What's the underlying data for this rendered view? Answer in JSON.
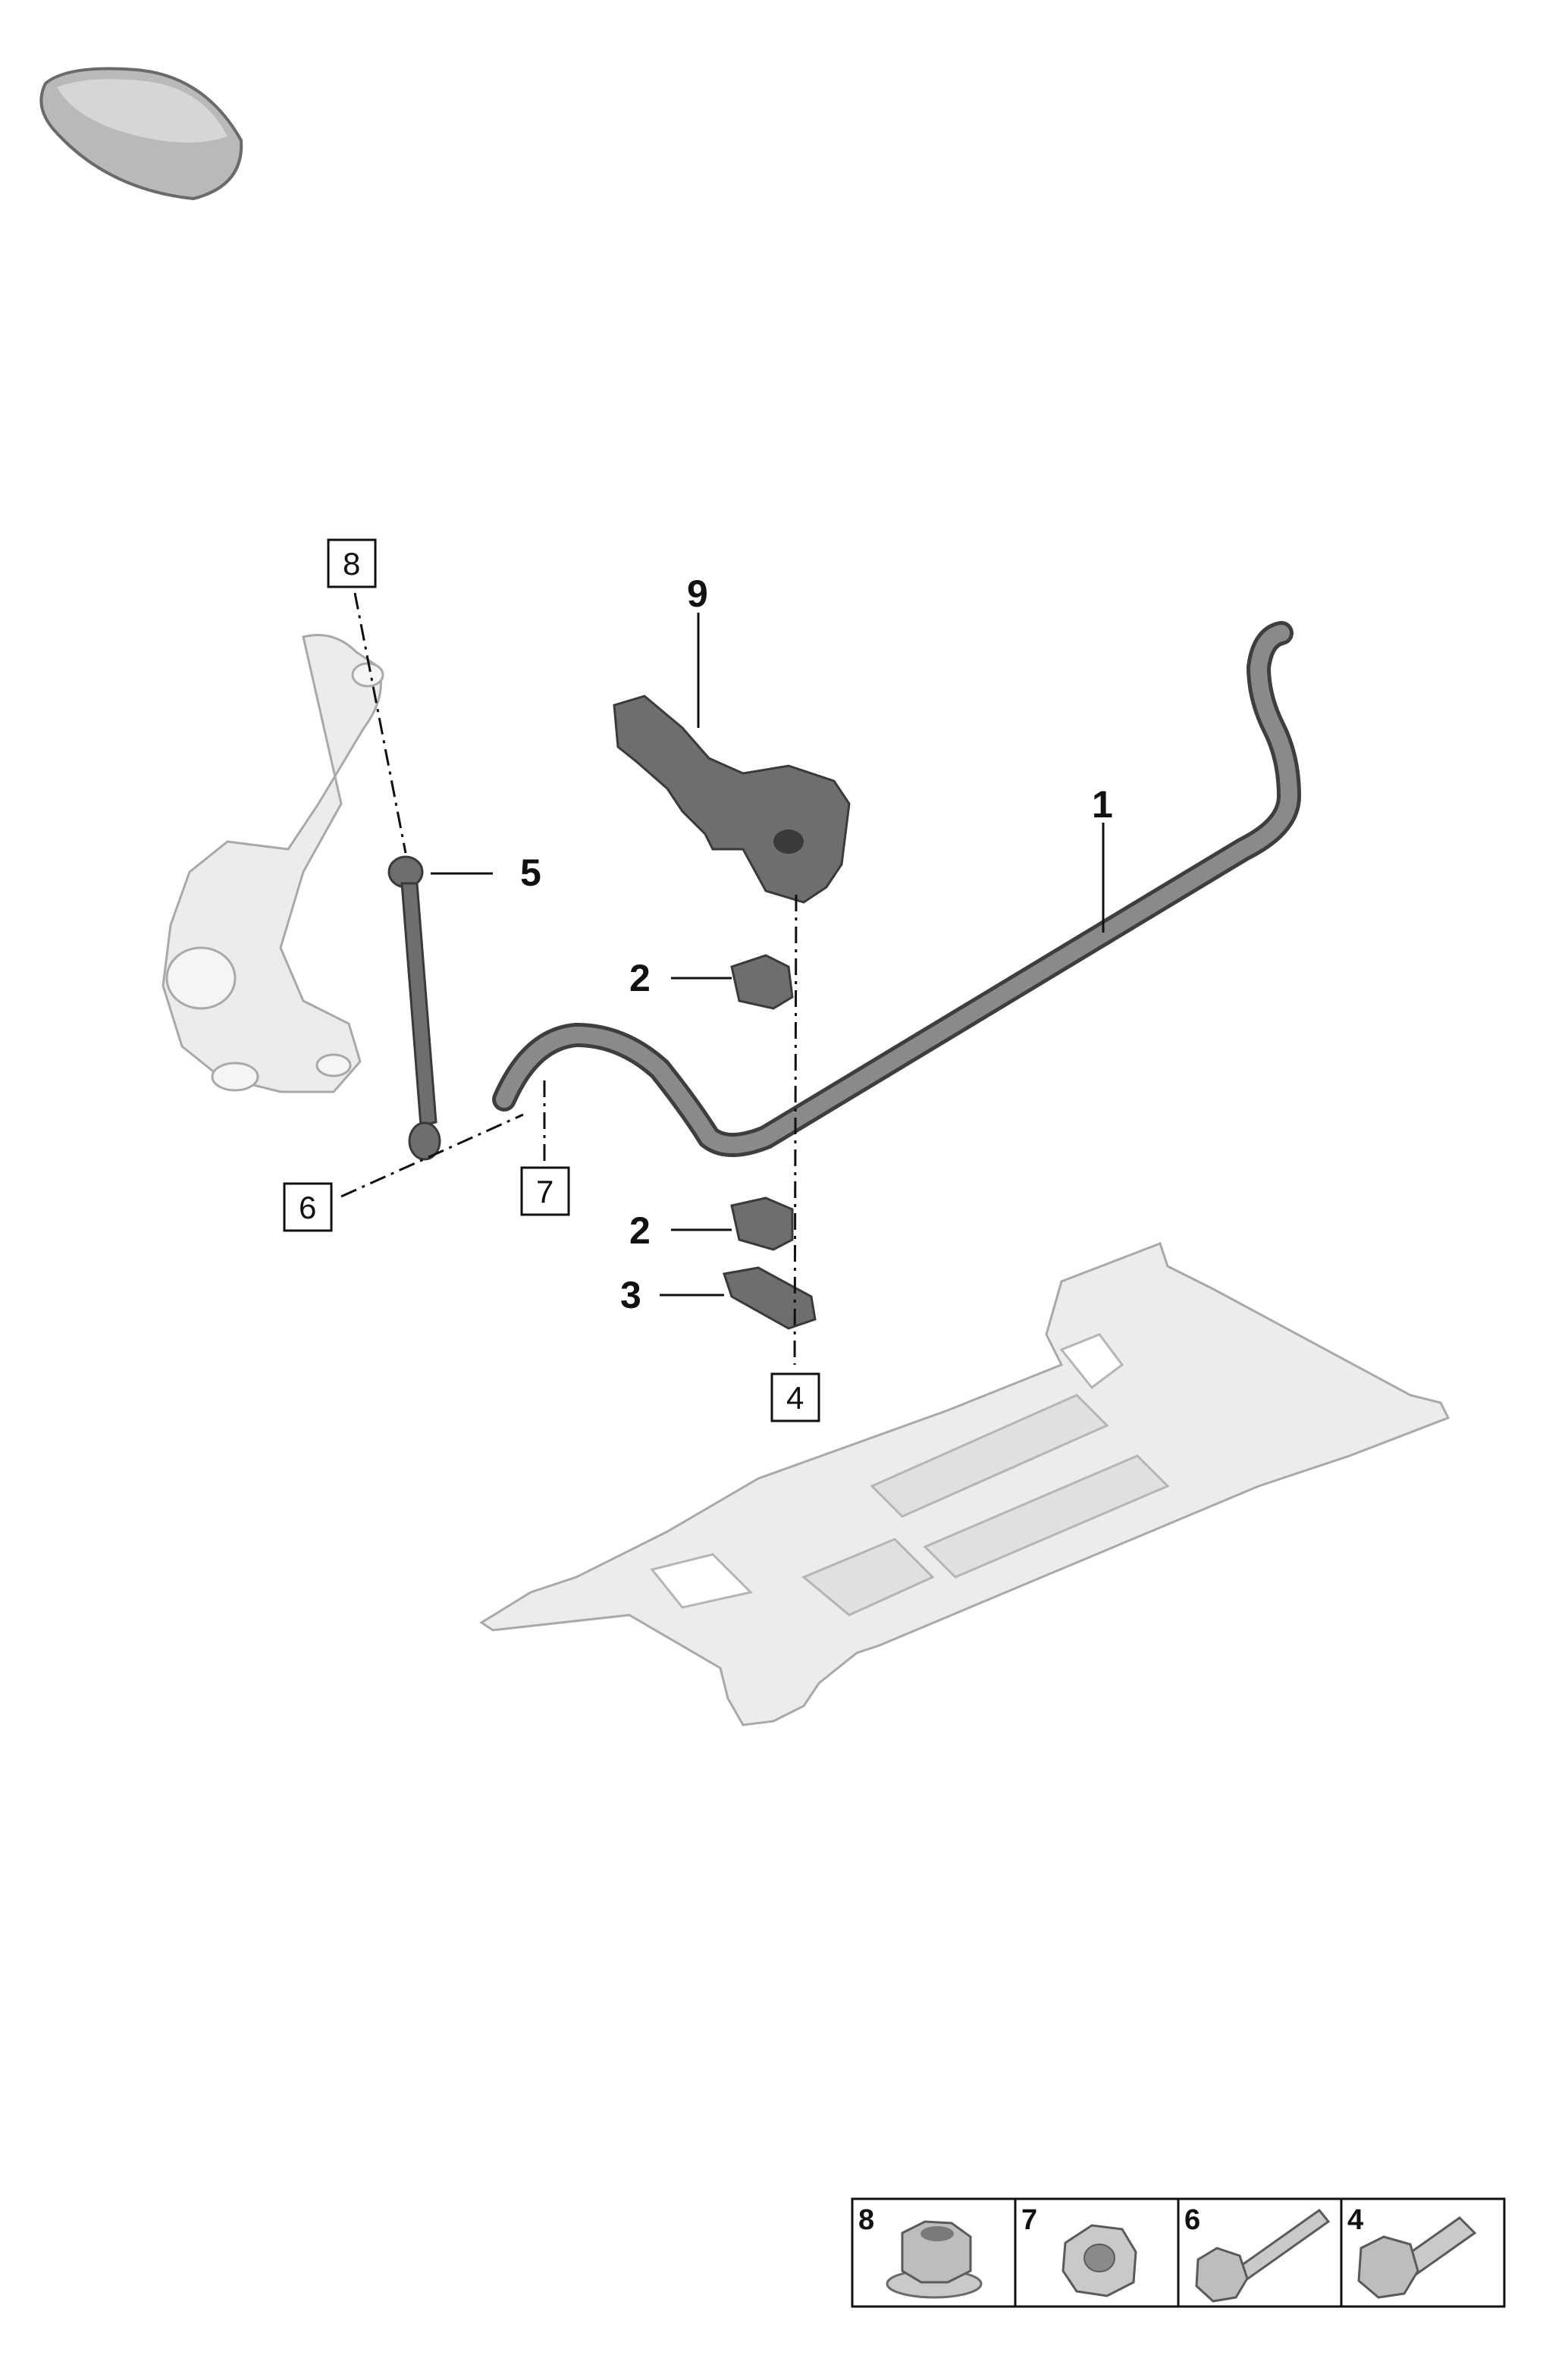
{
  "callouts": {
    "c1": "1",
    "c2a": "2",
    "c2b": "2",
    "c3": "3",
    "c4": "4",
    "c5": "5",
    "c6": "6",
    "c7": "7",
    "c8": "8",
    "c9": "9"
  },
  "legend": {
    "cells": [
      {
        "number": "8",
        "icon": "flange-nut-icon"
      },
      {
        "number": "7",
        "icon": "hex-nut-icon"
      },
      {
        "number": "6",
        "icon": "long-bolt-icon"
      },
      {
        "number": "4",
        "icon": "short-bolt-icon"
      }
    ]
  },
  "colors": {
    "part_grey": "#d8d8d8",
    "part_dark": "#6e6e6e",
    "outline": "#111111"
  }
}
